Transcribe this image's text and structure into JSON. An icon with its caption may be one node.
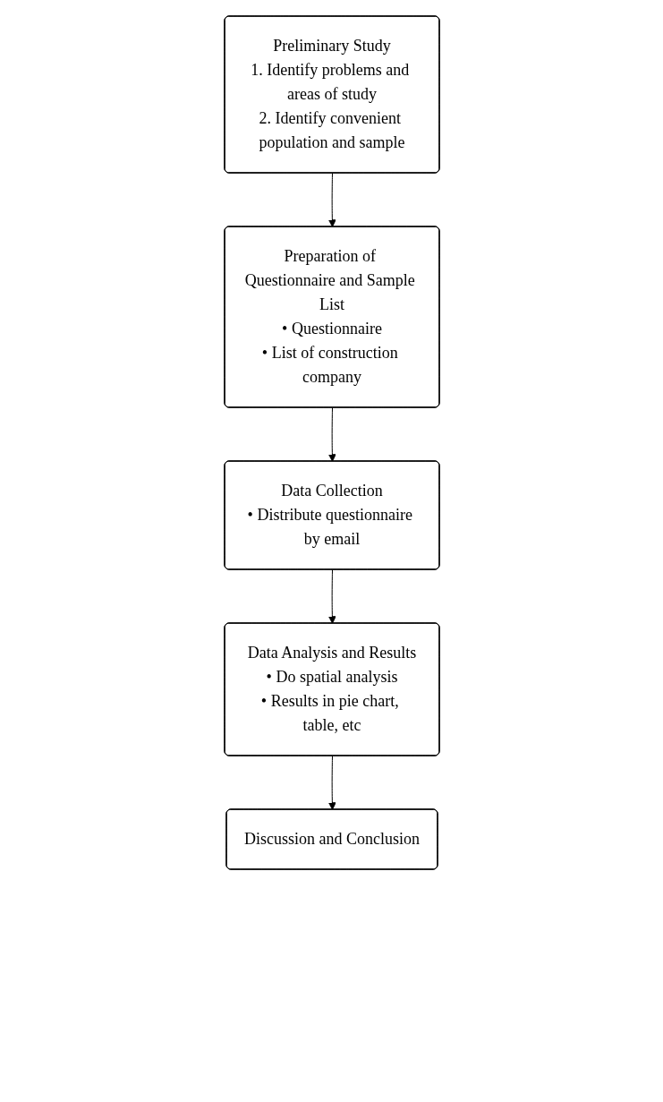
{
  "diagram": {
    "nodes": [
      {
        "text": [
          "Preliminary Study",
          "1. Identify problems and areas of study",
          "2. Identify convenient population and sample"
        ]
      },
      {
        "text": [
          "Preparation of Questionnaire and Sample List",
          "• Questionnaire",
          "• List of construction company"
        ]
      },
      {
        "text": [
          "Data Collection",
          "• Distribute questionnaire by email"
        ]
      },
      {
        "text": [
          "Data Analysis and Results",
          "• Do spatial analysis",
          "• Results in pie chart, table, etc"
        ]
      },
      {
        "text": [
          "Discussion and Conclusion"
        ]
      }
    ],
    "edges": [
      {
        "from": 0,
        "to": 1,
        "arrow": "to"
      },
      {
        "from": 1,
        "to": 2,
        "arrow": "to"
      },
      {
        "from": 2,
        "to": 3,
        "arrow": "to"
      },
      {
        "from": 3,
        "to": 4,
        "arrow": "to"
      }
    ]
  }
}
